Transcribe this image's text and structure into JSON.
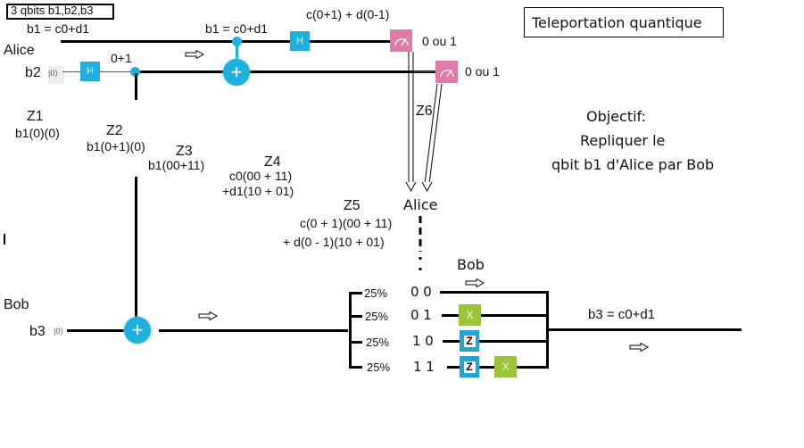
{
  "header": {
    "qubits_label": "3 qbits b1,b2,b3",
    "title": "Teleportation quantique"
  },
  "labels": {
    "alice_top": "Alice",
    "alice_mid": "Alice",
    "bob_left": "Bob",
    "bob_mid": "Bob",
    "b1_init": "b1 = c0+d1",
    "b1_cnot": "b1 = c0+d1",
    "b2": "b2",
    "b3": "b3",
    "ket0": "|0⟩",
    "h_out": "0+1",
    "after_h_b1": "c(0+1) + d(0-1)",
    "measure_out_1": "0 ou 1",
    "measure_out_2": "0 ou 1",
    "result": "b3 = c0+d1"
  },
  "gates": {
    "h": "H",
    "x": "X",
    "z": "Z",
    "plus": "+"
  },
  "zones": [
    {
      "name": "Z1",
      "expr": [
        "b1(0)(0)"
      ]
    },
    {
      "name": "Z2",
      "expr": [
        "b1(0+1)(0)"
      ]
    },
    {
      "name": "Z3",
      "expr": [
        "b1(00+11)"
      ]
    },
    {
      "name": "Z4",
      "expr": [
        "c0(00 + 11)",
        "+d1(10 + 01)"
      ]
    },
    {
      "name": "Z5",
      "expr": [
        "c(0 + 1)(00 + 11)",
        "+ d(0 - 1)(10  +  01)"
      ]
    },
    {
      "name": "Z6",
      "expr": []
    }
  ],
  "outcomes": [
    {
      "prob": "25%",
      "bits": "0 0",
      "correction": ""
    },
    {
      "prob": "25%",
      "bits": "0 1",
      "correction": "X"
    },
    {
      "prob": "25%",
      "bits": "1 0",
      "correction": "Z"
    },
    {
      "prob": "25%",
      "bits": "1 1",
      "correction": "Z X"
    }
  ],
  "objective": {
    "title": "Objectif:",
    "line1": "Repliquer le",
    "line2": "qbit b1 d'Alice par Bob"
  },
  "colors": {
    "hadamard": "#1fb0de",
    "x_gate": "#9cc43a",
    "z_gate": "#1fa6d6",
    "measure": "#e07aa8"
  }
}
